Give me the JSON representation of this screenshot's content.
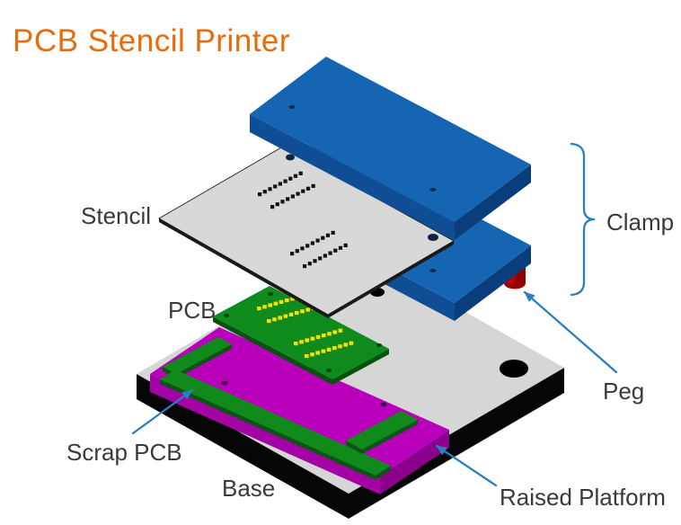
{
  "title": "PCB Stencil Printer",
  "labels": {
    "stencil": "Stencil",
    "pcb": "PCB",
    "clamp": "Clamp",
    "peg": "Peg",
    "scrap_pcb": "Scrap PCB",
    "base": "Base",
    "raised_platform": "Raised Platform"
  },
  "colors": {
    "title": "#E66C0C",
    "label": "#3A3A3A",
    "annotation": "#2B7FBF",
    "clamp_top": "#1565B3",
    "clamp_front": "#0F4E94",
    "clamp_side": "#0A3D7C",
    "clamp_hole": "#062A52",
    "stencil_top": "#D8D8D8",
    "stencil_side": "#1A1A1A",
    "stencil_hole": "#0F2440",
    "pcb_top": "#0E8B1C",
    "pcb_side": "#07520E",
    "pcb_hole": "#06400C",
    "platform_top": "#B800BA",
    "platform_front": "#A302A5",
    "platform_side": "#8A008C",
    "platform_hole": "#4A004C",
    "base_top": "#D6D6D6",
    "base_side": "#060606",
    "base_hole": "#000000",
    "scrap_top": "#0F8A1B",
    "scrap_side": "#085612",
    "peg_body": "#C00000",
    "peg_shade": "#8F0000",
    "peg_bottom": "#9B0000"
  },
  "stencil_apertures": {
    "rows": [
      [
        287,
        214
      ],
      [
        301,
        228
      ],
      [
        323,
        280
      ],
      [
        337,
        294
      ]
    ],
    "count": 9,
    "dx": 5.7,
    "dy": -2.9,
    "w": 4.2,
    "h": 4.2,
    "fill": "#101418"
  },
  "pcb_pads": {
    "rows": [
      [
        286,
        341
      ],
      [
        297,
        355
      ],
      [
        327,
        380
      ],
      [
        339,
        394
      ]
    ],
    "count": 9,
    "dx": 6.2,
    "dy": -1.8,
    "w": 4.6,
    "h": 4.2,
    "fill": "#FADF00"
  }
}
